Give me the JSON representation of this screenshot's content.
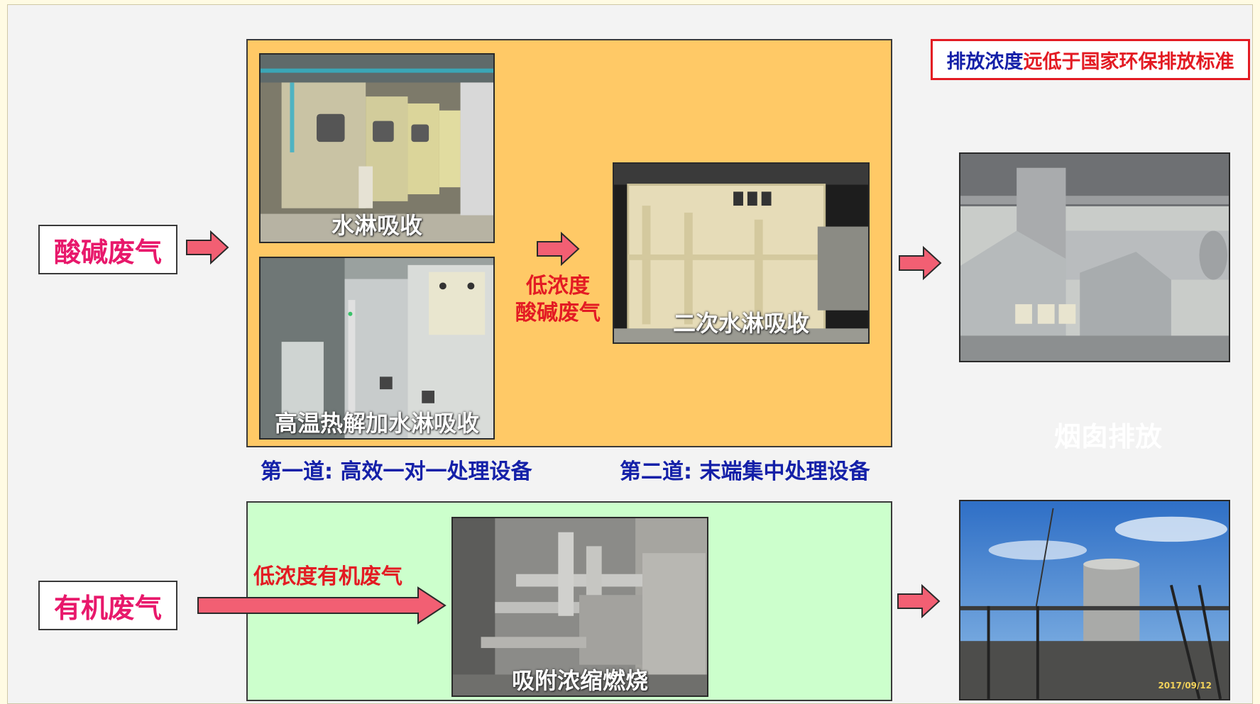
{
  "inputs": {
    "acid_gas": "酸碱废气",
    "organic_gas": "有机废气"
  },
  "stage1": {
    "photo_top_caption": "水淋吸收",
    "photo_bottom_caption": "高温热解加水淋吸收",
    "label": "第一道: 高效一对一处理设备"
  },
  "intermediate": {
    "line1": "低浓度",
    "line2": "酸碱废气"
  },
  "stage2": {
    "photo_caption": "二次水淋吸收",
    "label": "第二道: 末端集中处理设备"
  },
  "organic": {
    "flow_label": "低浓度有机废气",
    "photo_caption": "吸附浓缩燃烧"
  },
  "standard": {
    "part1": "排放浓度",
    "part2": "远低于国家环保排放标准"
  },
  "chimney": {
    "label": "烟囱排放",
    "photo_timestamp": "2017/09/12"
  },
  "colors": {
    "orange_panel": "#ffc966",
    "green_panel": "#ccffcc",
    "arrow_fill": "#f25f73",
    "input_text": "#e8186b",
    "flow_text_red": "#e31b23",
    "stage_text_blue": "#1420a8"
  }
}
